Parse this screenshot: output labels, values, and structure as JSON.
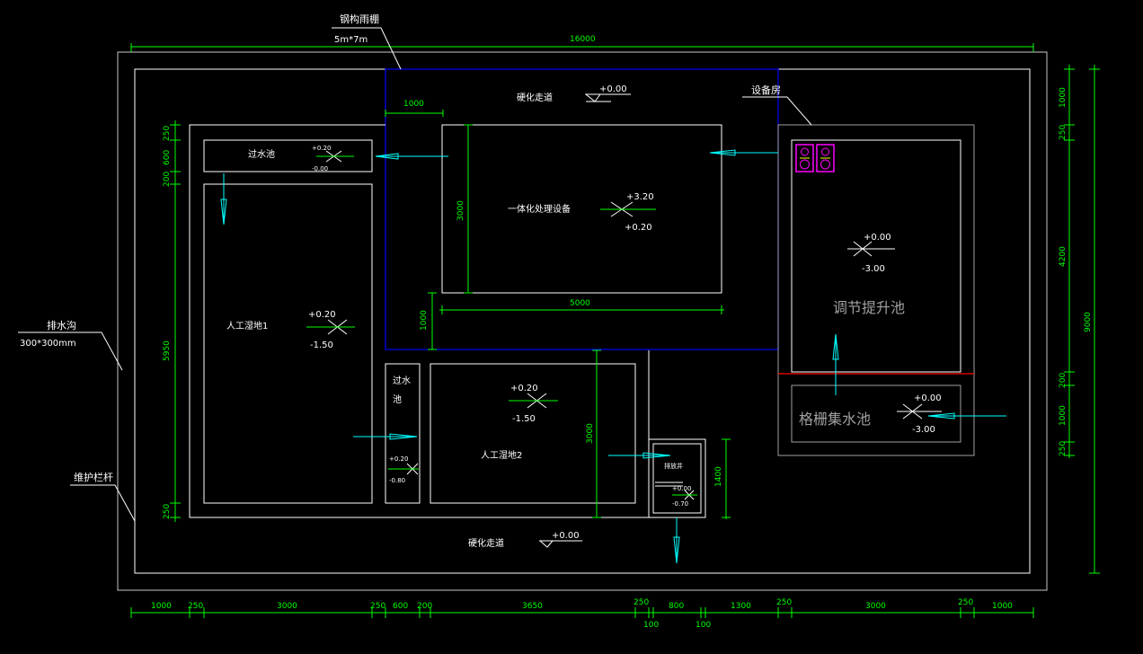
{
  "colors": {
    "background": "#000000",
    "outline": "#ffffff",
    "dimension": "#00ff00",
    "canopy": "#0000ff",
    "flow_arrow": "#00ffff",
    "equipment": "#ff00ff",
    "divider": "#ff0000",
    "room_gray": "#a0a0a0"
  },
  "callouts": {
    "canopy_name": "钢构雨棚",
    "canopy_size": "5m*7m",
    "equipment_room": "设备房",
    "drain_name": "排水沟",
    "drain_size": "300*300mm",
    "fence": "维护栏杆"
  },
  "dimensions": {
    "top_total": "16000",
    "right_total": "9000",
    "right_segments": [
      "1000",
      "250",
      "4200",
      "200",
      "1000",
      "250"
    ],
    "left_segments": [
      "250",
      "600",
      "200",
      "5950",
      "250"
    ],
    "bottom_segments": [
      "1000",
      "250",
      "3000",
      "250",
      "600",
      "200",
      "3650",
      "250",
      "800",
      "1300",
      "250",
      "3000",
      "250",
      "1000"
    ],
    "bottom_sub": [
      "100",
      "100"
    ],
    "canopy_1000_top": "1000",
    "canopy_1000_left": "1000",
    "equipment_3000": "3000",
    "equipment_5000": "5000",
    "wetland2_3000": "3000",
    "well_1400": "1400"
  },
  "rooms": {
    "top_path": "硬化走道",
    "bottom_path": "硬化走道",
    "filter_pool_top": "过水池",
    "filter_pool_mid_1": "过水",
    "filter_pool_mid_2": "池",
    "equipment": "一体化处理设备",
    "wetland1": "人工湿地1",
    "wetland2": "人工湿地2",
    "discharge_well": "排放井",
    "regulating_tank": "调节提升池",
    "grille_tank": "格栅集水池"
  },
  "levels": {
    "top_path": "+0.00",
    "bottom_path": "+0.00",
    "filter_top_high": "+0.20",
    "filter_top_low": "-0.00",
    "equipment_high": "+3.20",
    "equipment_low": "+0.20",
    "wetland1_high": "+0.20",
    "wetland1_low": "-1.50",
    "wetland2_high": "+0.20",
    "wetland2_low": "-1.50",
    "filter_mid_high": "+0.20",
    "filter_mid_low": "-0.80",
    "well_high": "+0.00",
    "well_low": "-0.70",
    "regulating_high": "+0.00",
    "regulating_low": "-3.00",
    "grille_high": "+0.00",
    "grille_low": "-3.00"
  }
}
